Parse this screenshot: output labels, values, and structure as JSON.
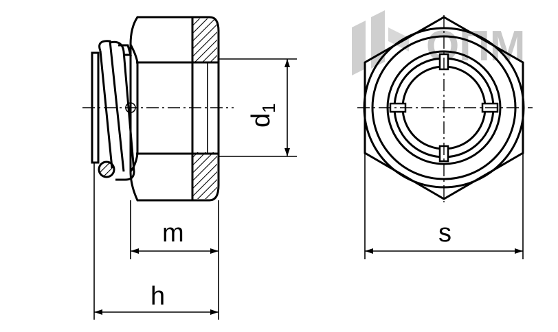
{
  "watermark": {
    "text": "ОПМ",
    "color": "#c8c8c8"
  },
  "dimensions": {
    "m": "m",
    "h": "h",
    "s": "s",
    "d": "d",
    "d_sub": "1"
  }
}
